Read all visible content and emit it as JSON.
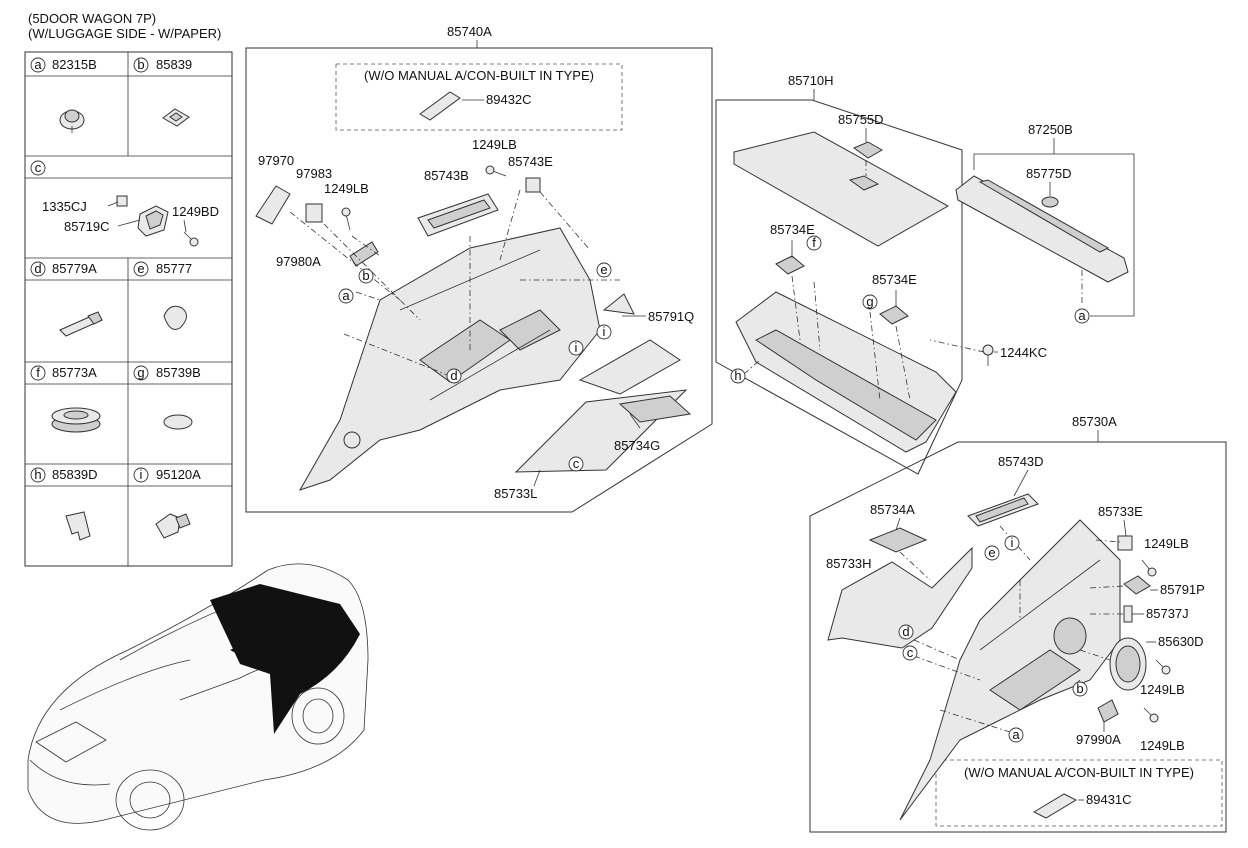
{
  "header": {
    "line1": "(5DOOR WAGON 7P)",
    "line2": "(W/LUGGAGE SIDE - W/PAPER)"
  },
  "legend": {
    "cells": [
      {
        "letter": "a",
        "code": "82315B"
      },
      {
        "letter": "b",
        "code": "85839"
      },
      {
        "letter": "c",
        "code": ""
      },
      {
        "letter": "d",
        "code": "85779A"
      },
      {
        "letter": "e",
        "code": "85777"
      },
      {
        "letter": "f",
        "code": "85773A"
      },
      {
        "letter": "g",
        "code": "85739B"
      },
      {
        "letter": "h",
        "code": "85839D"
      },
      {
        "letter": "i",
        "code": "95120A"
      }
    ],
    "c_parts": [
      "1335CJ",
      "85719C",
      "1249BD"
    ]
  },
  "left_assembly": {
    "code": "85740A",
    "note": "(W/O MANUAL A/CON-BUILT IN TYPE)",
    "note_part": "89432C",
    "parts": [
      "97970",
      "97983",
      "1249LB",
      "85743B",
      "1249LB",
      "85743E",
      "97980A",
      "85791Q",
      "85734G",
      "85733L"
    ],
    "callouts": [
      "a",
      "b",
      "d",
      "e",
      "i",
      "i",
      "c"
    ]
  },
  "center_assembly": {
    "code": "85710H",
    "parts": [
      "85755D",
      "85734E",
      "85734E",
      "1244KC"
    ],
    "callouts": [
      "f",
      "g",
      "h"
    ]
  },
  "right_top": {
    "code": "87250B",
    "parts": [
      "85775D"
    ],
    "callouts": [
      "a"
    ]
  },
  "right_assembly": {
    "code": "85730A",
    "note": "(W/O MANUAL A/CON-BUILT IN TYPE)",
    "note_part": "89431C",
    "parts": [
      "85743D",
      "85734A",
      "85733E",
      "1249LB",
      "85733H",
      "85791P",
      "85737J",
      "85630D",
      "1249LB",
      "97990A",
      "1249LB"
    ],
    "callouts": [
      "e",
      "i",
      "d",
      "c",
      "b",
      "a"
    ]
  }
}
